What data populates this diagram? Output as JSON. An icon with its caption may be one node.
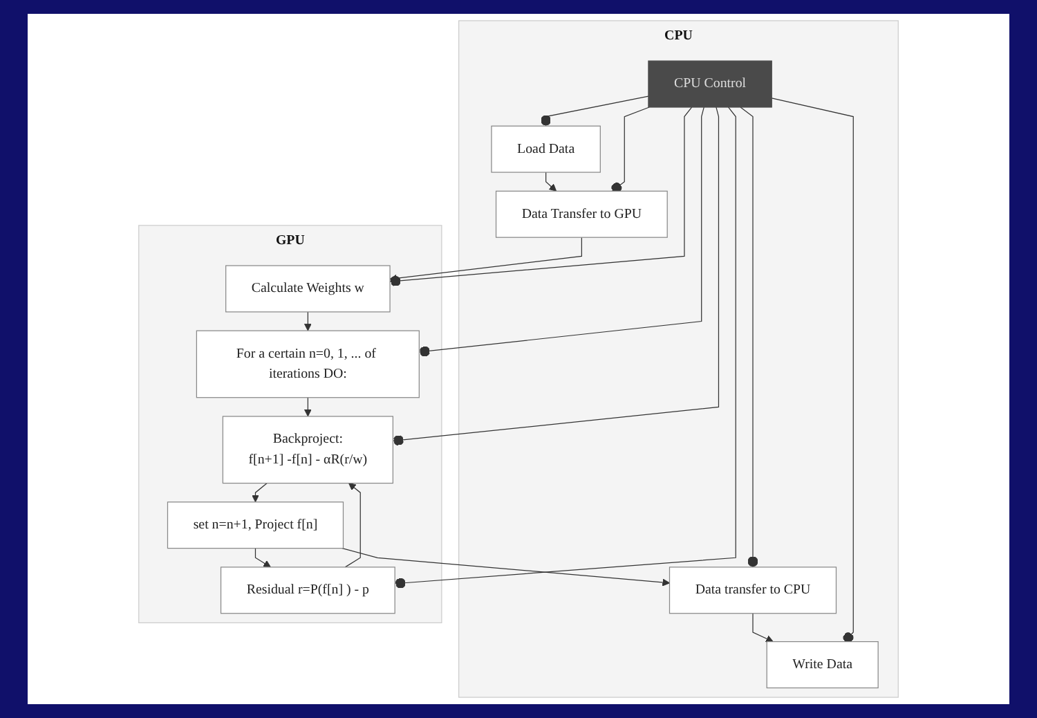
{
  "diagram": {
    "nodes": [
      {
        "text": [
          "CPU"
        ]
      },
      {
        "text": [
          "Load Data"
        ],
        "in": 0
      },
      {
        "text": [
          "Data Transfer to GPU"
        ],
        "in": 0
      },
      {
        "text": [
          "CPU Control"
        ],
        "in": 0
      },
      {
        "text": [
          "Data transfer to CPU"
        ],
        "in": 0
      },
      {
        "text": [
          "Write Data"
        ],
        "in": 0
      },
      {
        "text": [
          "GPU"
        ]
      },
      {
        "text": [
          "Calculate Weights w"
        ],
        "in": 6
      },
      {
        "text": [
          "For a certain n=0, 1, ... of iterations DO:"
        ],
        "in": 6
      },
      {
        "text": [
          "Backproject:",
          "f[n+1] -f[n] - αR(r/w)"
        ],
        "in": 6
      },
      {
        "text": [
          "set n=n+1, Project f[n]"
        ],
        "in": 6
      },
      {
        "text": [
          "Residual r=P(f[n] ) - p"
        ],
        "in": 6
      }
    ],
    "edges": [
      {
        "from": 1,
        "to": 2,
        "arrow": "to"
      },
      {
        "from": 2,
        "to": 7,
        "arrow": "to"
      },
      {
        "from": 7,
        "to": 8,
        "arrow": "to"
      },
      {
        "from": 8,
        "to": 9,
        "arrow": "to"
      },
      {
        "from": 9,
        "to": 10,
        "arrow": "to"
      },
      {
        "from": 10,
        "to": 11,
        "arrow": "to"
      },
      {
        "from": 11,
        "to": 9,
        "arrow": "to"
      },
      {
        "from": 10,
        "to": 4,
        "arrow": "to"
      },
      {
        "from": 4,
        "to": 5,
        "arrow": "to"
      },
      {
        "from": 3,
        "to": 1,
        "arrow": "other"
      },
      {
        "from": 3,
        "to": 2,
        "arrow": "other"
      },
      {
        "from": 3,
        "to": 4,
        "arrow": "other"
      },
      {
        "from": 3,
        "to": 5,
        "arrow": "other"
      },
      {
        "from": 3,
        "to": 7,
        "arrow": "other"
      },
      {
        "from": 3,
        "to": 8,
        "arrow": "other"
      },
      {
        "from": 3,
        "to": 9,
        "arrow": "other"
      },
      {
        "from": 3,
        "to": 11,
        "arrow": "other"
      }
    ]
  }
}
